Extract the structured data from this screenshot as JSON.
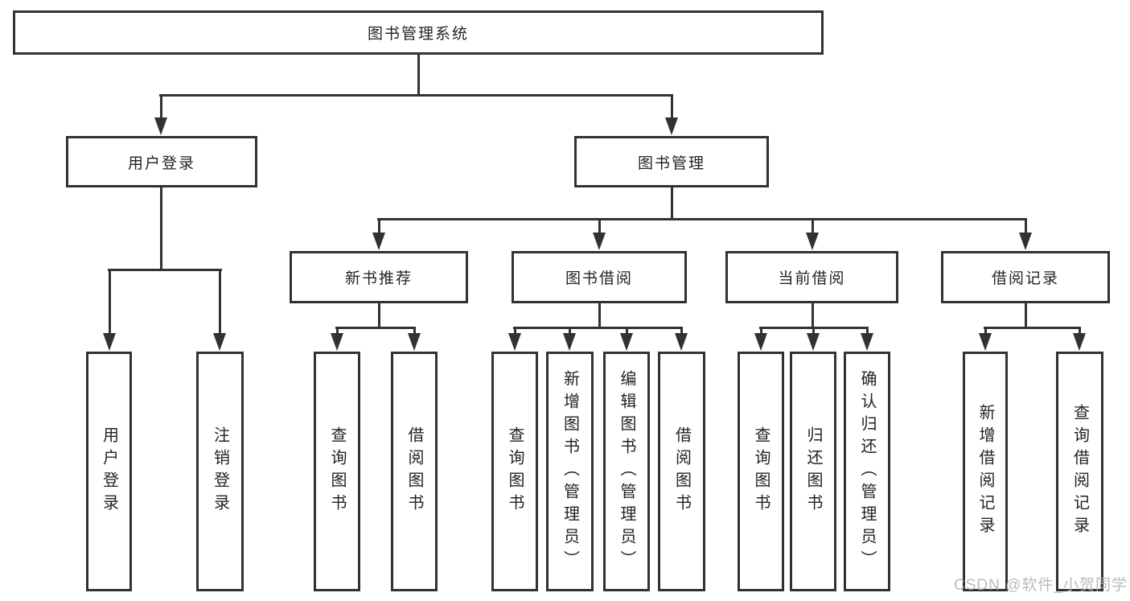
{
  "diagram": {
    "root": {
      "label": "图书管理系统"
    },
    "branches": [
      {
        "label": "用户登录",
        "children": [
          {
            "label": "用户登录"
          },
          {
            "label": "注销登录"
          }
        ]
      },
      {
        "label": "图书管理",
        "children": [
          {
            "label": "新书推荐",
            "children": [
              {
                "label": "查询图书"
              },
              {
                "label": "借阅图书"
              }
            ]
          },
          {
            "label": "图书借阅",
            "children": [
              {
                "label": "查询图书"
              },
              {
                "label": "新增图书（管理员）"
              },
              {
                "label": "编辑图书（管理员）"
              },
              {
                "label": "借阅图书"
              }
            ]
          },
          {
            "label": "当前借阅",
            "children": [
              {
                "label": "查询图书"
              },
              {
                "label": "归还图书"
              },
              {
                "label": "确认归还（管理员）"
              }
            ]
          },
          {
            "label": "借阅记录",
            "children": [
              {
                "label": "新增借阅记录"
              },
              {
                "label": "查询借阅记录"
              }
            ]
          }
        ]
      }
    ]
  },
  "watermark": {
    "text": "CSDN @软件_小贺同学"
  },
  "colors": {
    "line": "#323232",
    "box_background": "#ffffff",
    "text": "#232323",
    "watermark": "#b5b5b5",
    "page_background": "#ffffff"
  }
}
